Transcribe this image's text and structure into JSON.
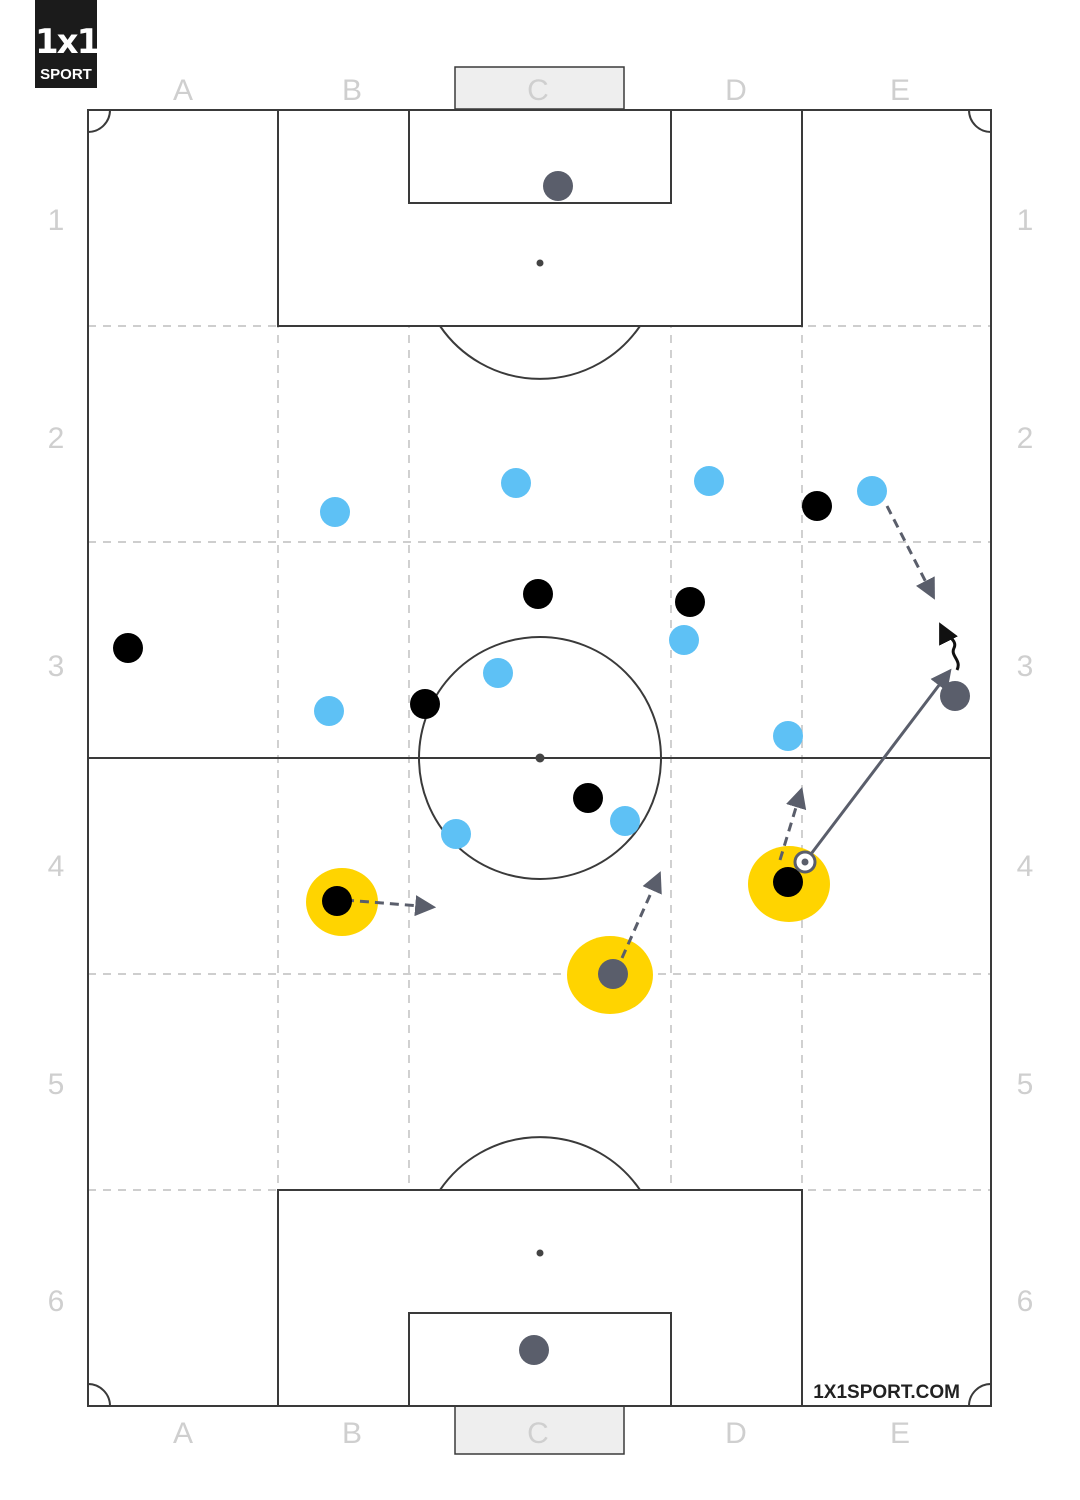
{
  "brand": {
    "logo_mark": "1x1",
    "logo_word": "SPORT",
    "website": "1X1SPORT.COM"
  },
  "grid": {
    "columns": [
      "A",
      "B",
      "C",
      "D",
      "E"
    ],
    "rows": [
      "1",
      "2",
      "3",
      "4",
      "5",
      "6"
    ]
  },
  "colors": {
    "team_light_blue": "#5ec1f5",
    "team_black": "#000000",
    "focus_grey": "#5a5e6b",
    "highlight_yellow": "#ffd400",
    "line": "#3a3a3a",
    "dashed": "#bdbdbd",
    "label": "#cfcfcf"
  },
  "icons": [
    "ball-icon"
  ]
}
